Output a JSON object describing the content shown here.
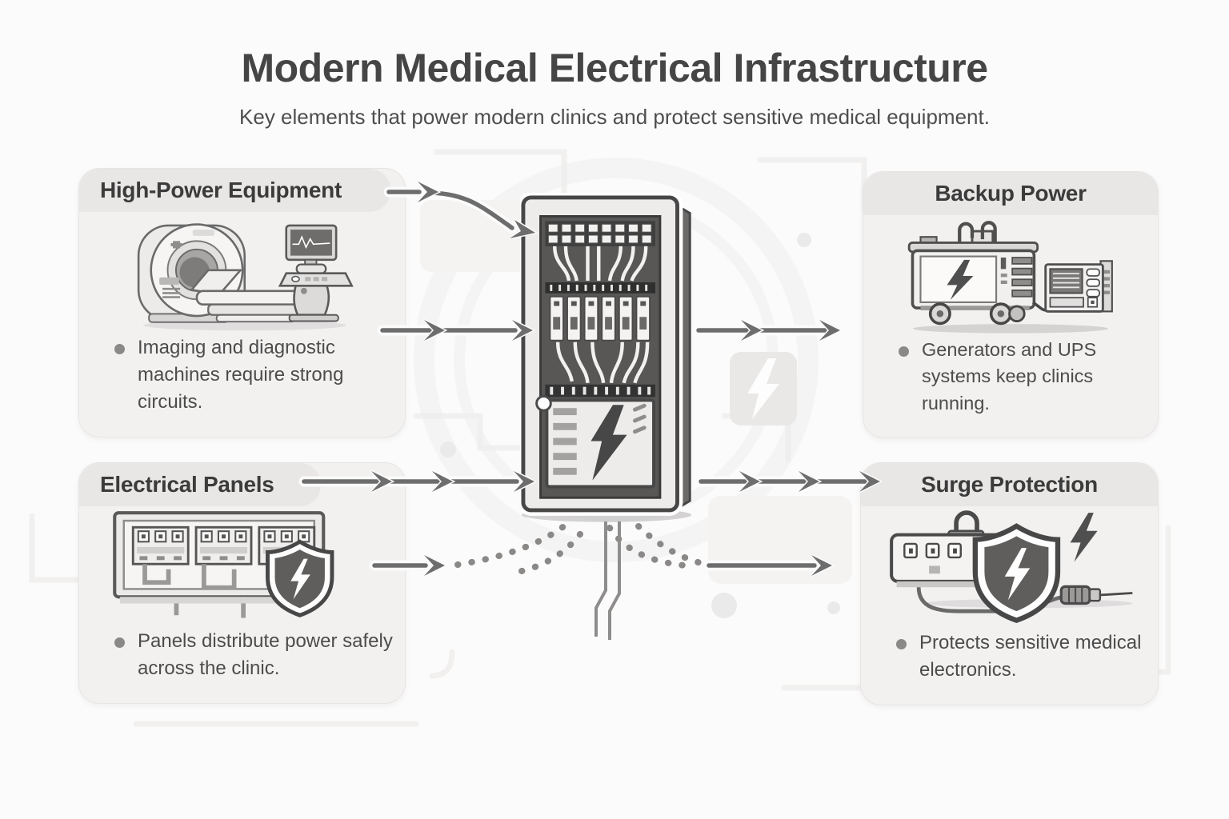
{
  "header": {
    "title": "Modern Medical Electrical Infrastructure",
    "subtitle": "Key elements that power modern clinics and protect sensitive medical equipment."
  },
  "cards": {
    "high_power": {
      "title": "High-Power Equipment",
      "bullet": "Imaging and diagnostic machines require strong circuits."
    },
    "backup_power": {
      "title": "Backup Power",
      "bullet": "Generators and UPS systems keep clinics running."
    },
    "electrical_panels": {
      "title": "Electrical Panels",
      "bullet": "Panels distribute power safely across the clinic."
    },
    "surge_protection": {
      "title": "Surge Protection",
      "bullet": "Protects sensitive medical electronics."
    }
  },
  "icons": {
    "mri": "mri-scanner",
    "console": "diagnostic-console",
    "generator": "portable-generator",
    "ups": "ups-unit",
    "breaker_panel": "breaker-panel",
    "shield_bolt": "shield-with-lightning-bolt",
    "power_strip": "surge-protector-strip",
    "probe": "connector-probe",
    "bolt": "lightning-bolt",
    "cabinet": "electrical-distribution-cabinet"
  },
  "colors": {
    "background": "#fcfbfb",
    "card_bg": "#f2f1f0",
    "band_bg": "#e8e7e6",
    "outline_dark": "#474747",
    "arrow": "#6d6d6d",
    "text": "#4c4c4c"
  }
}
